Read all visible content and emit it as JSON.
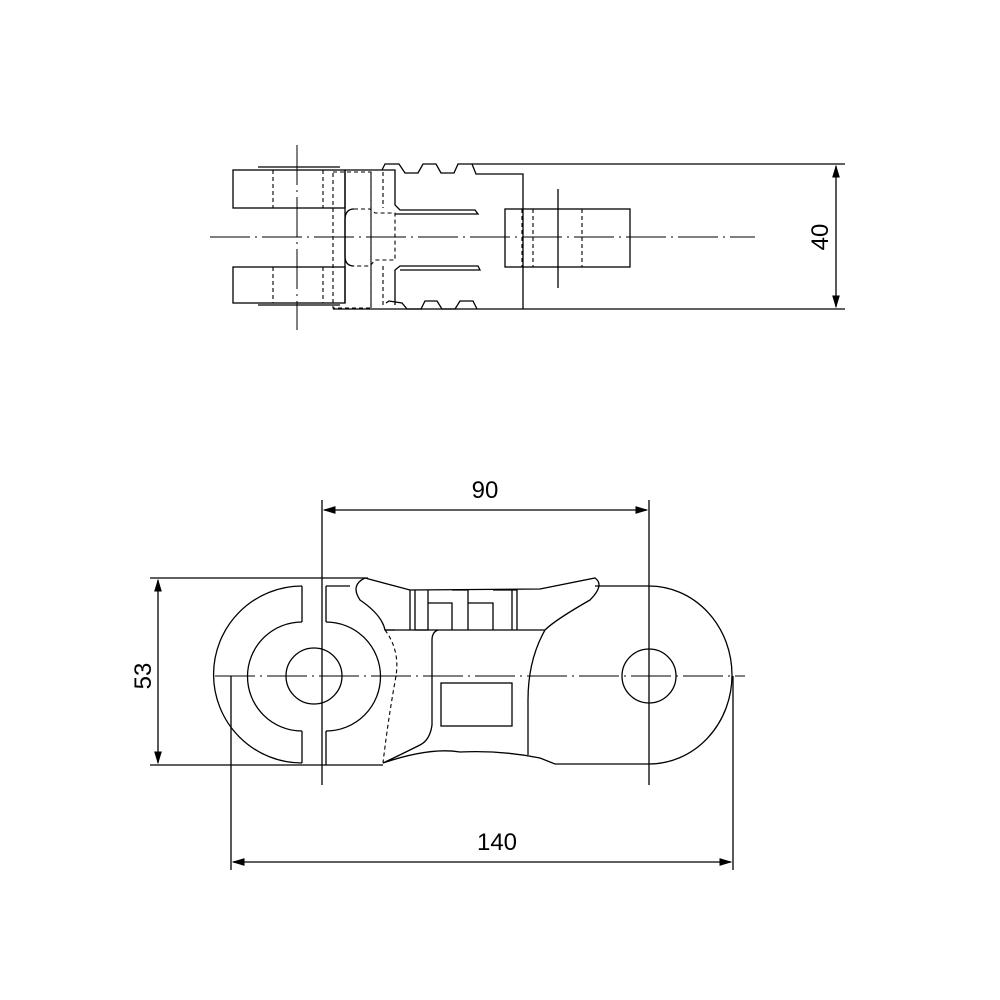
{
  "dimensions": {
    "height_top_view": "40",
    "pitch": "90",
    "height_side_view": "53",
    "overall_length": "140"
  },
  "colors": {
    "line": "#000000",
    "background": "#ffffff"
  }
}
